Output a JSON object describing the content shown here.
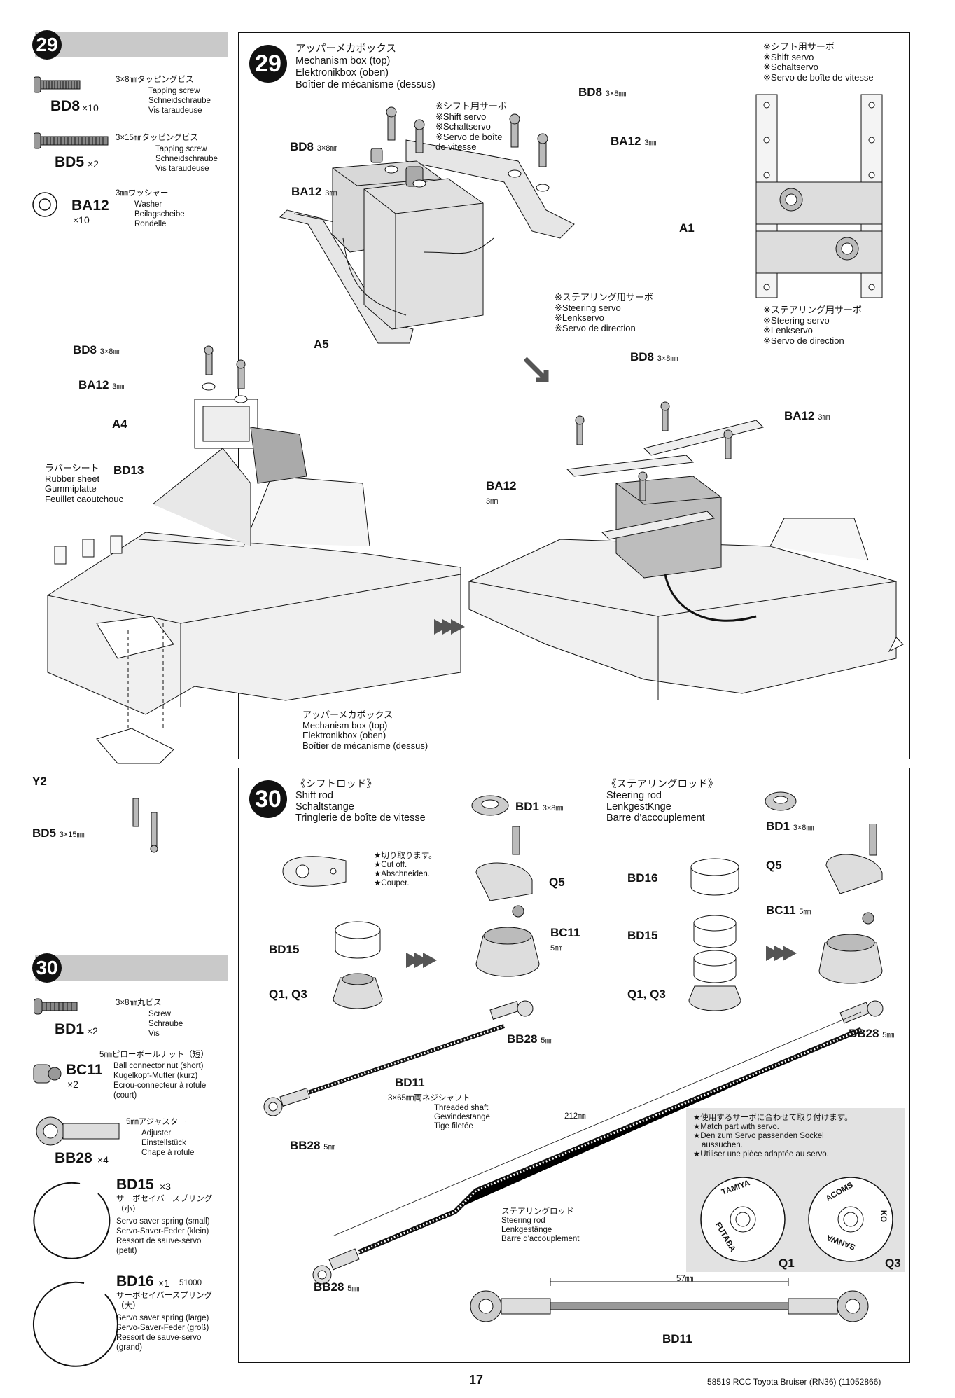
{
  "left_panel": {
    "step29": {
      "number": "29",
      "parts": [
        {
          "code": "BD8",
          "qty": "×10",
          "jp": "3×8㎜タッピングビス",
          "en": "Tapping screw",
          "de": "Schneidschraube",
          "fr": "Vis taraudeuse"
        },
        {
          "code": "BD5",
          "qty": "×2",
          "jp": "3×15㎜タッピングビス",
          "en": "Tapping screw",
          "de": "Schneidschraube",
          "fr": "Vis taraudeuse"
        },
        {
          "code": "BA12",
          "qty": "×10",
          "jp": "3㎜ワッシャー",
          "en": "Washer",
          "de": "Beilagscheibe",
          "fr": "Rondelle"
        }
      ]
    },
    "step30": {
      "number": "30",
      "bd1": {
        "code": "BD1",
        "qty": "×2",
        "jp": "3×8㎜丸ビス",
        "en": "Screw",
        "de": "Schraube",
        "fr": "Vis"
      },
      "bc11": {
        "code": "BC11",
        "qty": "×2",
        "jp": "5㎜ピローボールナット（短）",
        "en": "Ball connector nut (short)",
        "de": "Kugelkopf-Mutter (kurz)",
        "fr": "Ecrou-connecteur à rotule",
        "fr2": "(court)"
      },
      "bb28": {
        "code": "BB28",
        "qty": "×4",
        "jp": "5㎜アジャスター",
        "en": "Adjuster",
        "de": "Einstellstück",
        "fr": "Chape à rotule"
      },
      "bd15": {
        "code": "BD15",
        "qty": "×3",
        "jp": "サーボセイバースプリング",
        "jp2": "（小）",
        "en": "Servo saver spring (small)",
        "de": "Servo-Saver-Feder (klein)",
        "fr": "Ressort de sauve-servo",
        "fr2": "(petit)"
      },
      "bd16": {
        "code": "BD16",
        "qty": "×1",
        "num": "51000",
        "jp": "サーボセイバースプリング",
        "jp2": "（大）",
        "en": "Servo saver spring (large)",
        "de": "Servo-Saver-Feder (groß)",
        "fr": "Ressort de sauve-servo",
        "fr2": "(grand)"
      }
    }
  },
  "step29_box": {
    "number": "29",
    "title_jp": "アッパーメカボックス",
    "title_en": "Mechanism box (top)",
    "title_de": "Elektronikbox (oben)",
    "title_fr": "Boîtier de mécanisme (dessus)",
    "shift_servo": {
      "jp": "※シフト用サーボ",
      "en": "※Shift servo",
      "de": "※Schaltservo",
      "fr1": "※Servo de boîte",
      "fr2": "de vitesse"
    },
    "shift_servo_right": {
      "jp": "※シフト用サーボ",
      "en": "※Shift servo",
      "de": "※Schaltservo",
      "fr": "※Servo de boîte de vitesse"
    },
    "steering_servo": {
      "jp": "※ステアリング用サーボ",
      "en": "※Steering servo",
      "de": "※Lenkservo",
      "fr": "※Servo de direction"
    },
    "labels": {
      "bd8": "BD8",
      "bd8_size": "3×8㎜",
      "ba12": "BA12",
      "ba12_size": "3㎜",
      "a1": "A1",
      "a5": "A5"
    }
  },
  "mid_left": {
    "bd8": "BD8",
    "bd8_size": "3×8㎜",
    "ba12": "BA12",
    "ba12_size": "3㎜",
    "a4": "A4",
    "bd13": "BD13",
    "rubber_jp": "ラバーシート",
    "rubber_en": "Rubber sheet",
    "rubber_de": "Gummiplatte",
    "rubber_fr": "Feuillet caoutchouc",
    "y2": "Y2",
    "bd5": "BD5",
    "bd5_size": "3×15㎜",
    "box_jp": "アッパーメカボックス",
    "box_en": "Mechanism box (top)",
    "box_de": "Elektronikbox (oben)",
    "box_fr": "Boîtier de mécanisme (dessus)"
  },
  "mid_right": {
    "bd8": "BD8",
    "bd8_size": "3×8㎜",
    "ba12": "BA12",
    "ba12_size": "3㎜",
    "ba12b": "BA12",
    "ba12b_size": "3㎜"
  },
  "step30_box": {
    "number": "30",
    "shift_rod_jp": "《シフトロッド》",
    "shift_rod_en": "Shift rod",
    "shift_rod_de": "Schaltstange",
    "shift_rod_fr": "Tringlerie de boîte de vitesse",
    "cut_jp": "★切り取ります。",
    "cut_en": "★Cut off.",
    "cut_de": "★Abschneiden.",
    "cut_fr": "★Couper.",
    "steer_rod_jp": "《ステアリングロッド》",
    "steer_rod_en": "Steering rod",
    "steer_rod_de": "LenkgestKnge",
    "steer_rod_fr": "Barre d'accouplement",
    "bd1": "BD1",
    "bd1_size": "3×8㎜",
    "q5": "Q5",
    "bc11": "BC11",
    "bc11_size": "5㎜",
    "bd15": "BD15",
    "bd16": "BD16",
    "q1q3": "Q1, Q3",
    "bb28": "BB28",
    "bb28_size": "5㎜",
    "bd11": "BD11",
    "shaft_jp": "3×65㎜両ネジシャフト",
    "shaft_en": "Threaded shaft",
    "shaft_de": "Gewindestange",
    "shaft_fr": "Tige filetée",
    "len212": "212㎜",
    "steer_jp": "ステアリングロッド",
    "steer_en": "Steering rod",
    "steer_de": "Lenkgestänge",
    "steer_fr": "Barre d'accouplement",
    "len57": "57㎜",
    "note_jp": "★使用するサーボに合わせて取り付けます。",
    "note_en": "★Match part with servo.",
    "note_de1": "★Den zum Servo passenden Sockel",
    "note_de2": "aussuchen.",
    "note_fr": "★Utiliser une pièce adaptée au servo.",
    "q1": "Q1",
    "q3": "Q3",
    "tamiya": "TAMIYA",
    "futaba": "FUTABA",
    "acoms": "ACOMS",
    "sanwa": "SANWA",
    "ko": "KO"
  },
  "footer": {
    "page": "17",
    "ref": "58519 RCC Toyota Bruiser (RN36) (11052866)"
  }
}
